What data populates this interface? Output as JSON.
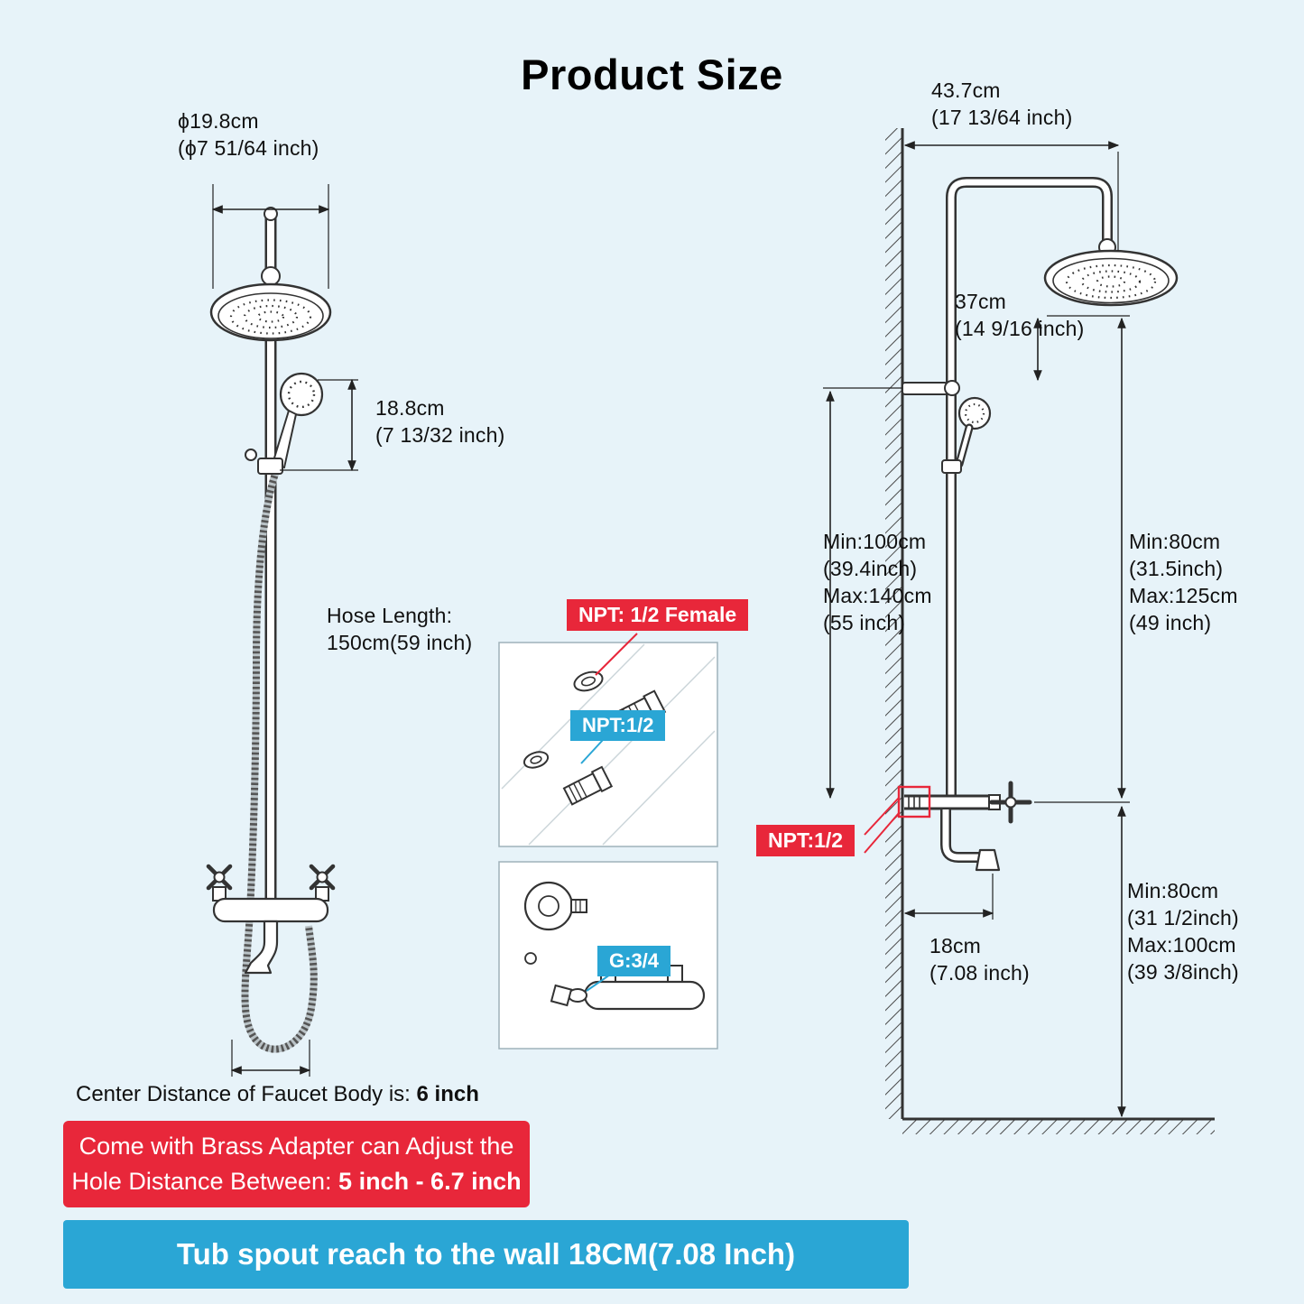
{
  "title": "Product Size",
  "colors": {
    "background": "#e7f3f9",
    "accent_red": "#e8273a",
    "accent_blue": "#2aa6d5"
  },
  "left_view": {
    "head_diameter": {
      "line1": "ϕ19.8cm",
      "line2": "(ϕ7 51/64 inch)"
    },
    "hand_shower_height": {
      "line1": "18.8cm",
      "line2": "(7 13/32 inch)"
    },
    "hose_length": {
      "line1": "Hose Length:",
      "line2": "150cm(59 inch)"
    },
    "center_distance": {
      "text": "Center Distance of Faucet Body is: ",
      "bold": "6 inch"
    }
  },
  "insets": {
    "npt_half_female_badge": "NPT: 1/2 Female",
    "npt_half_blue_badge": "NPT:1/2",
    "g_three_quarter_badge": "G:3/4",
    "npt_half_red_badge": "NPT:1/2"
  },
  "wall_view": {
    "arm_reach": {
      "line1": "43.7cm",
      "line2": "(17 13/64 inch)"
    },
    "head_drop": {
      "line1": "37cm",
      "line2": "(14 9/16 inch)"
    },
    "riser_height": {
      "line1": "Min:100cm",
      "line2": "(39.4inch)",
      "line3": "Max:140cm",
      "line4": "(55 inch)"
    },
    "head_to_valve": {
      "line1": "Min:80cm",
      "line2": "(31.5inch)",
      "line3": "Max:125cm",
      "line4": "(49 inch)"
    },
    "spout_reach": {
      "line1": "18cm",
      "line2": "(7.08 inch)"
    },
    "valve_height": {
      "line1": "Min:80cm",
      "line2": "(31 1/2inch)",
      "line3": "Max:100cm",
      "line4": "(39 3/8inch)"
    }
  },
  "banners": {
    "red": {
      "line1": "Come with Brass Adapter can Adjust the",
      "line2_text": "Hole Distance Between: ",
      "line2_bold": "5 inch - 6.7 inch"
    },
    "blue": {
      "text": "Tub spout reach to the wall 18CM(7.08 Inch)"
    }
  }
}
